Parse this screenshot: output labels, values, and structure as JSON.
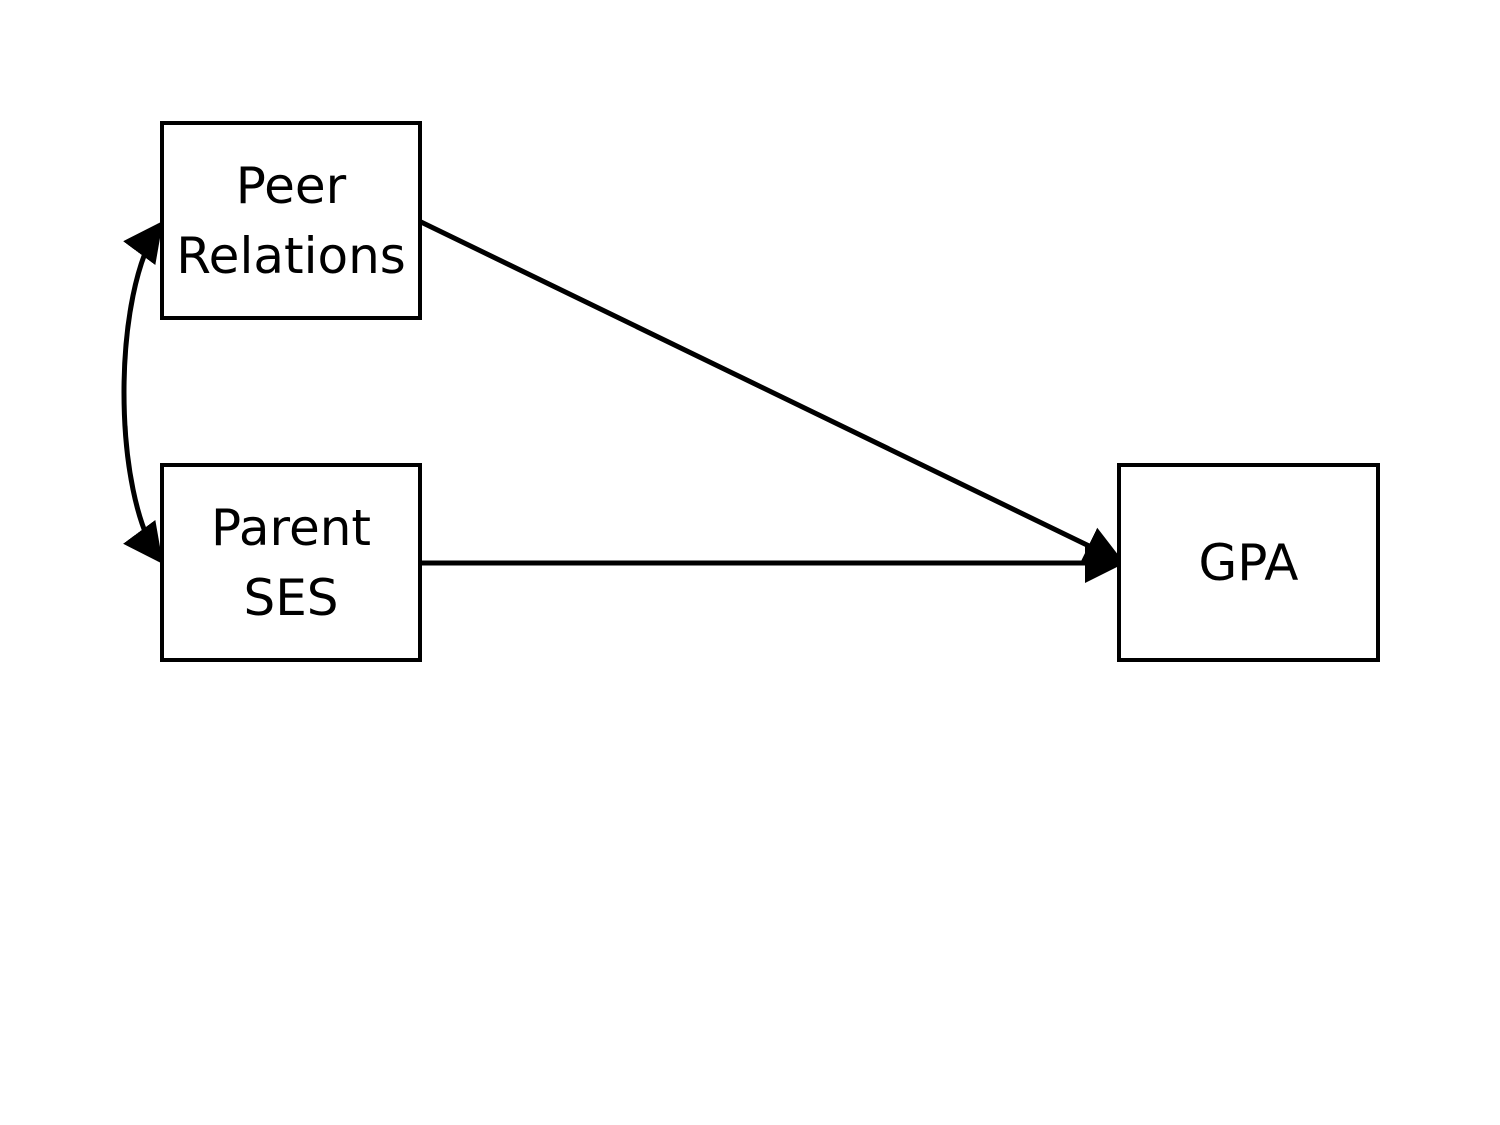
{
  "diagram": {
    "type": "path-diagram",
    "nodes": {
      "peer": {
        "line1": "Peer",
        "line2": "Relations"
      },
      "parent": {
        "line1": "Parent",
        "line2": "SES"
      },
      "gpa": {
        "line1": "GPA"
      }
    },
    "edges": [
      {
        "from": "peer",
        "to": "gpa",
        "kind": "directed"
      },
      {
        "from": "parent",
        "to": "gpa",
        "kind": "directed"
      },
      {
        "from": "peer",
        "to": "parent",
        "kind": "bidirectional-covariance"
      }
    ],
    "colors": {
      "stroke": "#000000",
      "background": "#ffffff"
    }
  }
}
